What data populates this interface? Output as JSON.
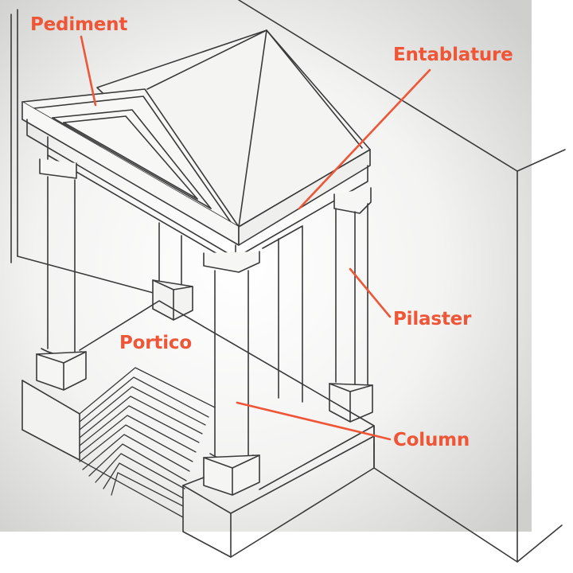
{
  "labels": {
    "pediment": "Pediment",
    "entablature": "Entablature",
    "portico": "Portico",
    "pilaster": "Pilaster",
    "column": "Column"
  },
  "colors": {
    "accent": "#ee5637",
    "line": "#3a3a3a",
    "background_center": "#ffffff",
    "background_edge": "#cfcfcd"
  }
}
